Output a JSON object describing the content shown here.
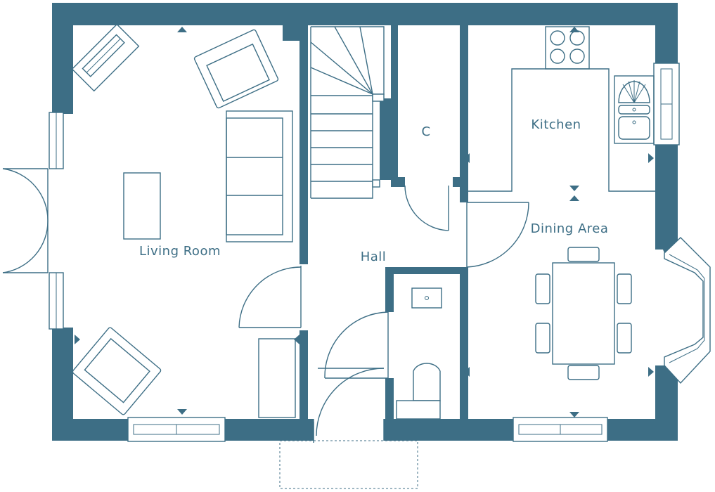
{
  "plan": {
    "rooms": {
      "living_room": "Living Room",
      "hall": "Hall",
      "cupboard": "C",
      "kitchen": "Kitchen",
      "dining_area": "Dining Area"
    }
  }
}
